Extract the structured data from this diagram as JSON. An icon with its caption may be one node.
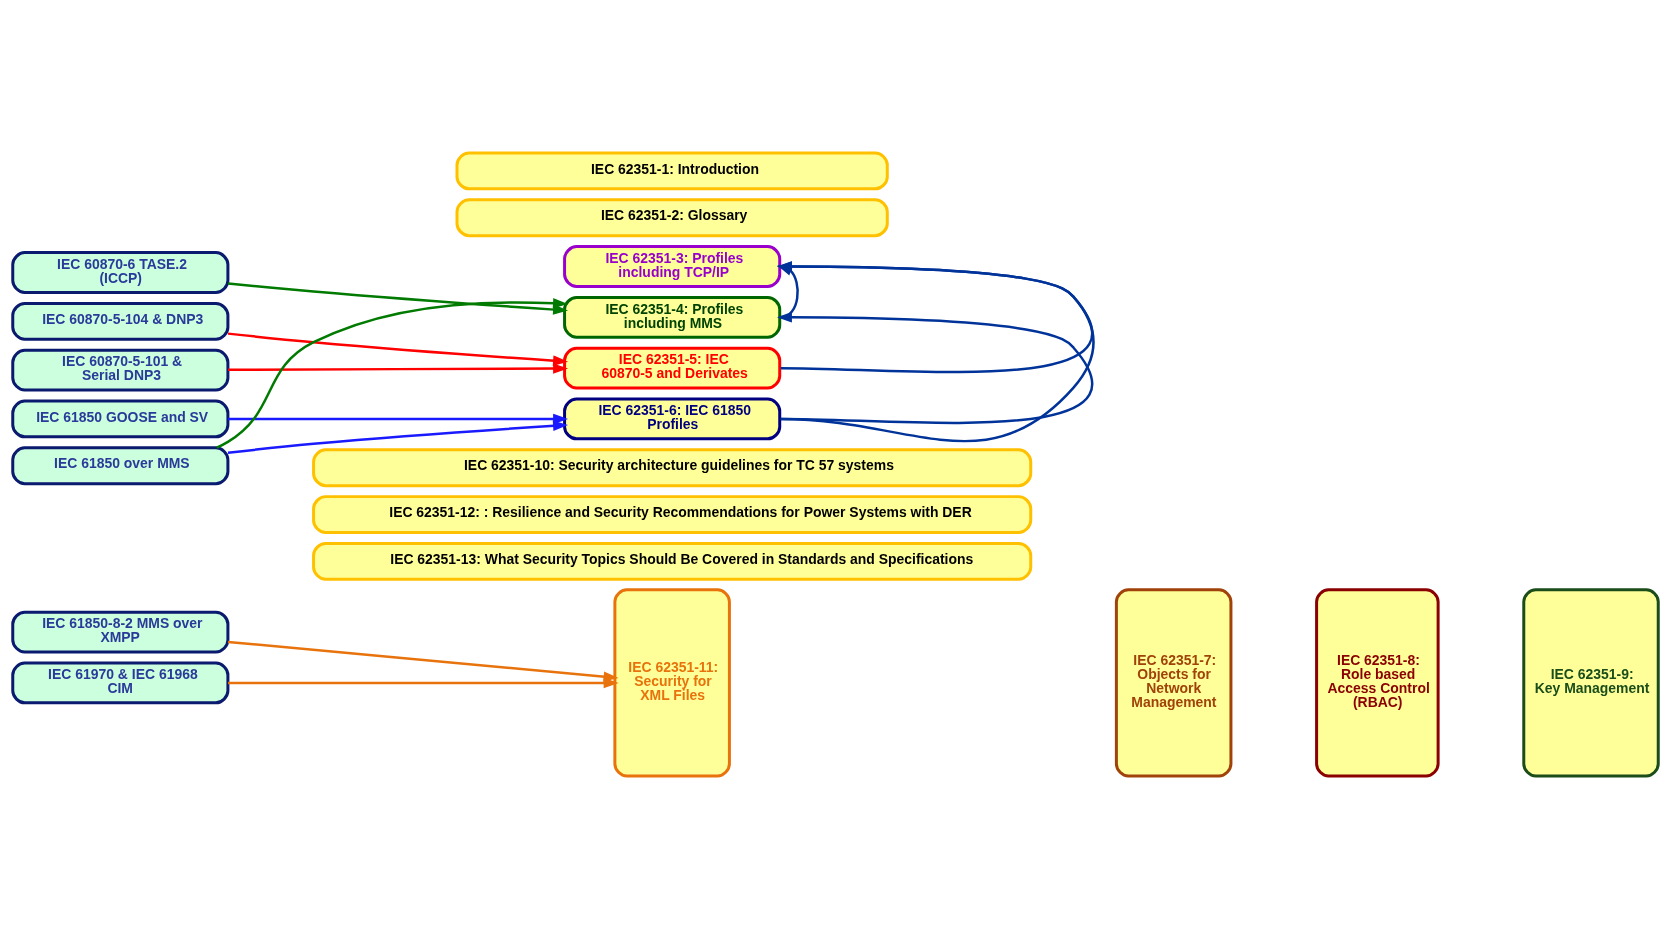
{
  "diagram": {
    "nodes": [
      {
        "text": [
          "IEC 62351-1: Introduction"
        ]
      },
      {
        "text": [
          "IEC 62351-2: Glossary"
        ]
      },
      {
        "text": [
          "IEC 60870-6 TASE.2 (ICCP)"
        ]
      },
      {
        "text": [
          "IEC 60870-5-104 & DNP3"
        ]
      },
      {
        "text": [
          "IEC 60870-5-101 & Serial DNP3"
        ]
      },
      {
        "text": [
          "IEC 61850 GOOSE and SV"
        ]
      },
      {
        "text": [
          "IEC 61850 over MMS"
        ]
      },
      {
        "text": [
          "IEC 61850-8-2 MMS over XMPP"
        ]
      },
      {
        "text": [
          "IEC 61970 & IEC 61968 CIM"
        ]
      },
      {
        "text": [
          "IEC 62351-3: Profiles including TCP/IP"
        ]
      },
      {
        "text": [
          "IEC 62351-4: Profiles including MMS"
        ]
      },
      {
        "text": [
          "IEC 62351-5: IEC 60870-5 and Derivates"
        ]
      },
      {
        "text": [
          "IEC 62351-6: IEC 61850 Profiles"
        ]
      },
      {
        "text": [
          "IEC 62351-11: Security for XML Files"
        ]
      },
      {
        "text": [
          "IEC 62351-7: Objects for Network Management"
        ]
      },
      {
        "text": [
          "IEC 62351-8: Role based Access Control (RBAC)"
        ]
      },
      {
        "text": [
          "IEC 62351-9: Key Management"
        ]
      },
      {
        "text": [
          "IEC 62351-10: Security architecture guidelines for TC 57 systems"
        ]
      },
      {
        "text": [
          "IEC 62351-12: : Resilience and Security Recommendations for Power Systems with DER"
        ]
      },
      {
        "text": [
          "IEC 62351-13: What Security Topics Should Be Covered in Standards and Specifications"
        ]
      }
    ],
    "edges": [
      {
        "from": 2,
        "to": 10,
        "arrow": "to",
        "color": "#007a00"
      },
      {
        "from": 3,
        "to": 11,
        "arrow": "to",
        "color": "#ff0000"
      },
      {
        "from": 4,
        "to": 11,
        "arrow": "to",
        "color": "#ff0000"
      },
      {
        "from": 5,
        "to": 12,
        "arrow": "to",
        "color": "#1a1aff"
      },
      {
        "from": 6,
        "to": 10,
        "arrow": "to",
        "color": "#007a00"
      },
      {
        "from": 6,
        "to": 12,
        "arrow": "to",
        "color": "#1a1aff"
      },
      {
        "from": 7,
        "to": 13,
        "arrow": "to",
        "color": "#e8730c"
      },
      {
        "from": 8,
        "to": 13,
        "arrow": "to",
        "color": "#e8730c"
      },
      {
        "from": 10,
        "to": 9,
        "arrow": "to"
      },
      {
        "from": 11,
        "to": 9,
        "arrow": "to"
      },
      {
        "from": 12,
        "to": 9,
        "arrow": "to"
      },
      {
        "from": 12,
        "to": 10,
        "arrow": "to"
      }
    ]
  }
}
